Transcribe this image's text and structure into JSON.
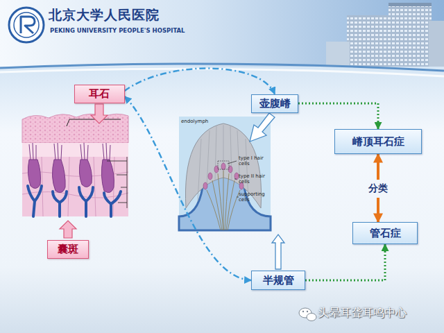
{
  "diagram": {
    "nodes": [
      {
        "text": [
          "耳石"
        ]
      },
      {
        "text": [
          "壶腹嵴"
        ]
      },
      {
        "text": [
          "嵴顶耳石症"
        ]
      },
      {
        "text": [
          "分类"
        ]
      },
      {
        "text": [
          "管石症"
        ]
      },
      {
        "text": [
          "半规管"
        ]
      },
      {
        "text": [
          "囊斑"
        ]
      }
    ],
    "edges": [
      {
        "from": 0,
        "to": 1,
        "arrow": "to"
      },
      {
        "from": 0,
        "to": 5,
        "arrow": "both"
      },
      {
        "from": 1,
        "to": 2,
        "arrow": "to"
      },
      {
        "from": 3,
        "to": 2,
        "arrow": "to"
      },
      {
        "from": 3,
        "to": 4,
        "arrow": "to"
      },
      {
        "from": 5,
        "to": 4,
        "arrow": "to"
      }
    ],
    "labels": [
      "北京大学人民医院",
      "PEKING UNIVERSITY PEOPLE'S HOSPITAL",
      "endolymph",
      "type I hair cells",
      "type II hair cells",
      "supporting cells",
      "头晕耳聋耳鸣中心"
    ]
  }
}
